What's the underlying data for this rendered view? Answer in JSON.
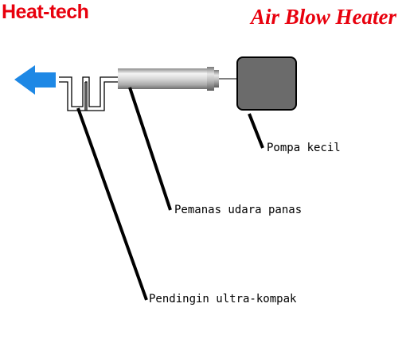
{
  "header": {
    "brand": "Heat-tech",
    "title": "Air Blow Heater"
  },
  "labels": {
    "pump": "Pompa kecil",
    "heater": "Pemanas udara panas",
    "cooler": "Pendingin ultra-kompak"
  },
  "colors": {
    "brand": "#e8000d",
    "arrow": "#1e88e5",
    "pump_body": "#6b6b6b"
  },
  "icons": {
    "airflow": "arrow-left-icon"
  }
}
